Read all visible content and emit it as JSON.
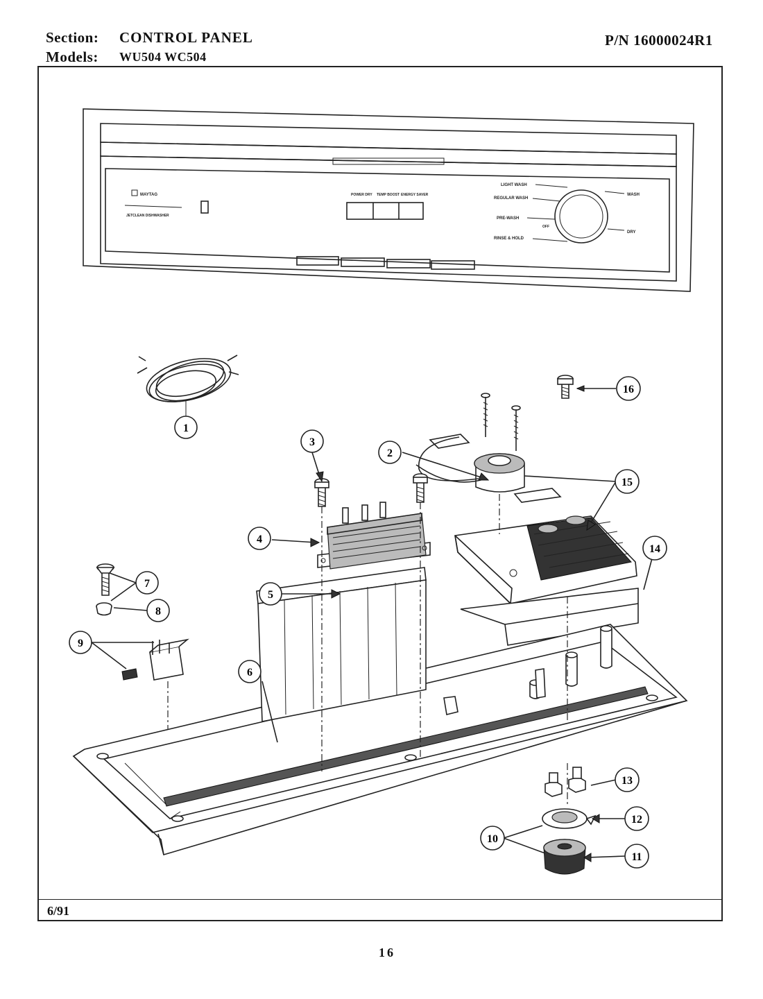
{
  "header": {
    "section_label": "Section:",
    "section_value": "CONTROL PANEL",
    "models_label": "Models:",
    "models_value": "WU504  WC504",
    "part_number": "P/N 16000024R1"
  },
  "panel": {
    "brand": "MAYTAG",
    "subtitle": "JETCLEAN DISHWASHER",
    "buttons": [
      "POWER DRY",
      "TEMP BOOST",
      "ENERGY SAVER"
    ],
    "dial_cycles": [
      "LIGHT WASH",
      "REGULAR WASH",
      "PRE-WASH",
      "RINSE & HOLD"
    ],
    "dial_side_labels": [
      "WASH",
      "DRY",
      "OFF"
    ]
  },
  "callouts": [
    "1",
    "2",
    "3",
    "4",
    "5",
    "6",
    "7",
    "8",
    "9",
    "10",
    "11",
    "12",
    "13",
    "14",
    "15",
    "16"
  ],
  "footer": {
    "date": "6/91",
    "page_number": "16"
  }
}
